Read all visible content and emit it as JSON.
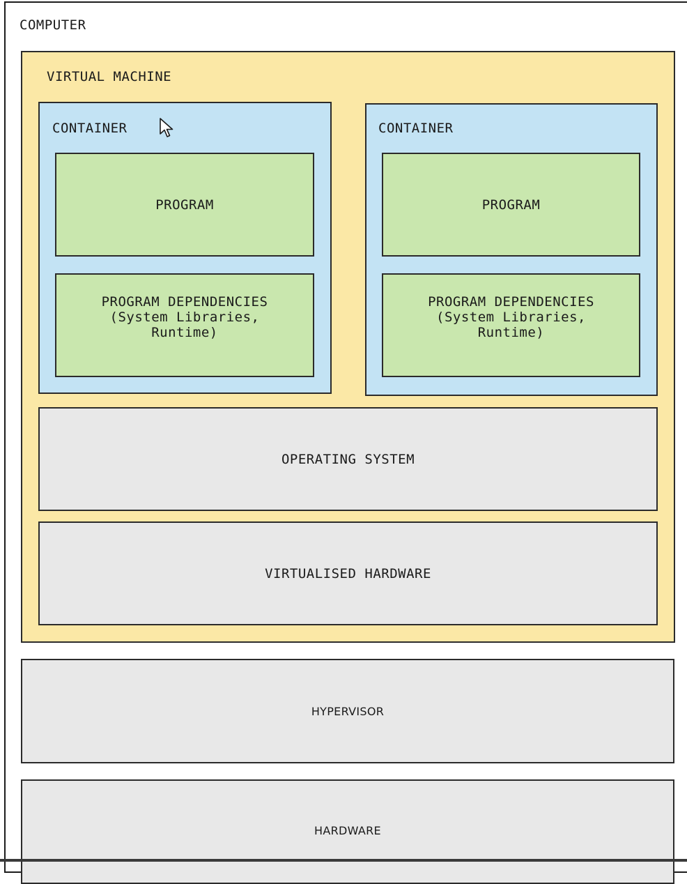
{
  "diagram": {
    "computer": {
      "label": "COMPUTER"
    },
    "virtual_machine": {
      "label": "VIRTUAL MACHINE"
    },
    "containers": [
      {
        "label": "CONTAINER",
        "program": "PROGRAM",
        "dependencies": {
          "line1": "PROGRAM DEPENDENCIES",
          "line2": "(System Libraries,",
          "line3": "Runtime)"
        }
      },
      {
        "label": "CONTAINER",
        "program": "PROGRAM",
        "dependencies": {
          "line1": "PROGRAM DEPENDENCIES",
          "line2": "(System Libraries,",
          "line3": "Runtime)"
        }
      }
    ],
    "operating_system": {
      "label": "OPERATING SYSTEM"
    },
    "virtualised_hardware": {
      "label": "VIRTUALISED HARDWARE"
    },
    "hypervisor": {
      "label": "HYPERVISOR"
    },
    "hardware": {
      "label": "HARDWARE"
    }
  },
  "colors": {
    "virtual_machine_fill": "#fbe8a6",
    "container_fill": "#c3e3f4",
    "program_fill": "#c9e7ae",
    "system_layer_fill": "#e8e8e8",
    "border": "#2b2b2b"
  },
  "icons": {
    "cursor": "mouse-pointer-icon"
  }
}
